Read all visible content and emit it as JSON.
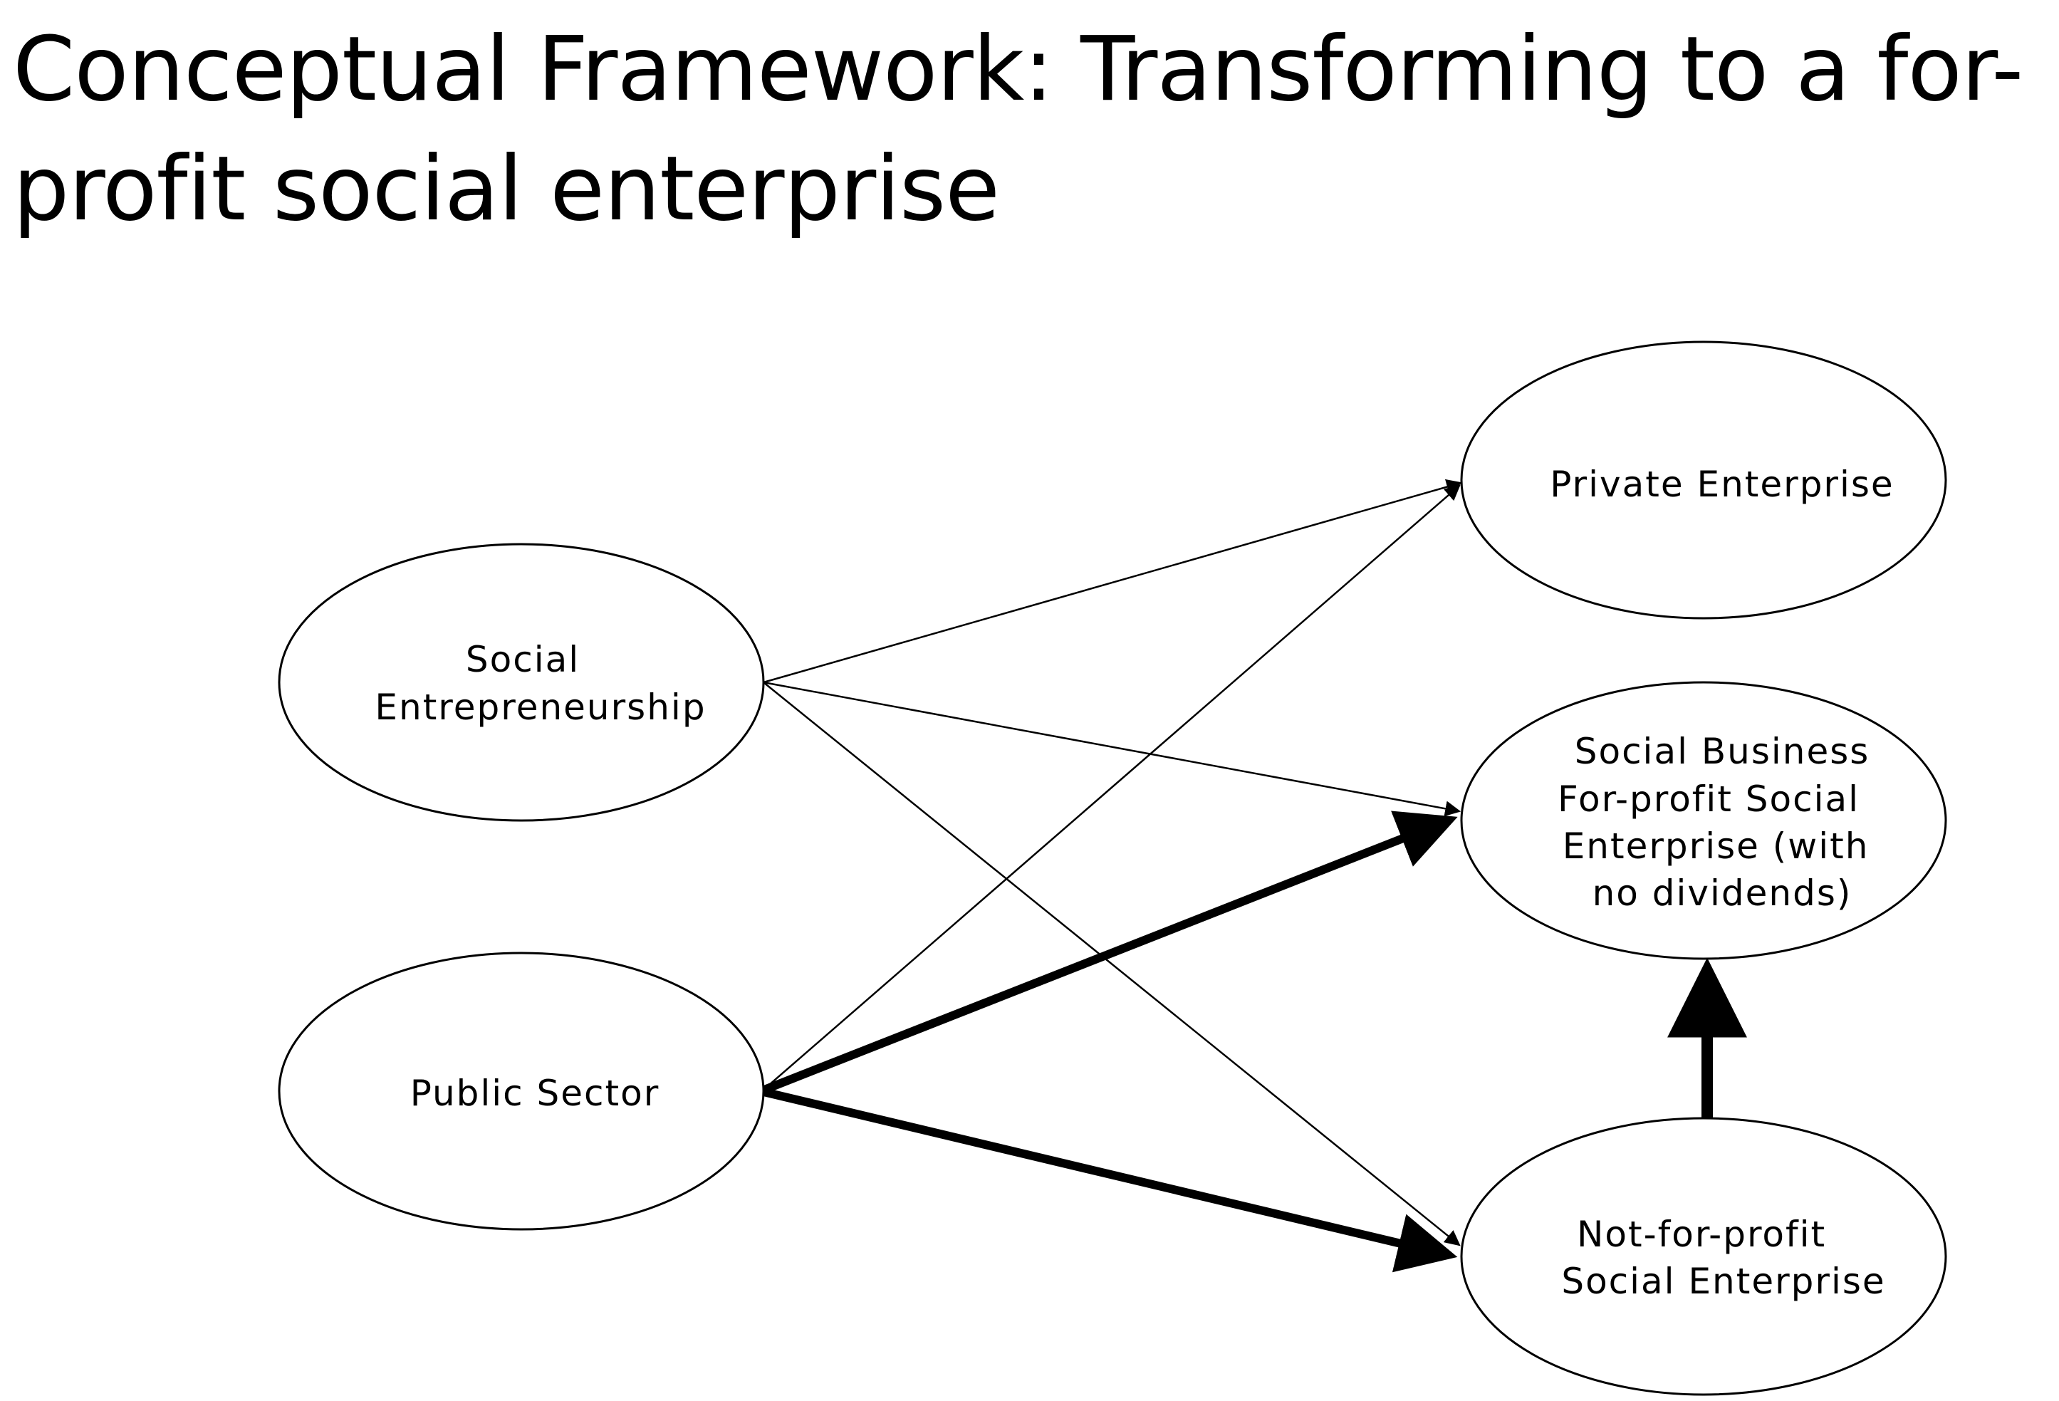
{
  "title": {
    "line1": "Conceptual Framework: Transforming to a for-",
    "line2": "profit social enterprise"
  },
  "nodes": {
    "social_entrepreneurship": {
      "lines": [
        "Social",
        "Entrepreneurship"
      ]
    },
    "public_sector": {
      "lines": [
        "Public Sector"
      ]
    },
    "private_enterprise": {
      "lines": [
        "Private Enterprise"
      ]
    },
    "social_business": {
      "lines": [
        "Social Business",
        "For-profit Social",
        "Enterprise (with",
        "no dividends)"
      ]
    },
    "not_for_profit": {
      "lines": [
        "Not-for-profit",
        "Social Enterprise"
      ]
    }
  },
  "colors": {
    "stroke": "#000000",
    "background": "#ffffff"
  }
}
